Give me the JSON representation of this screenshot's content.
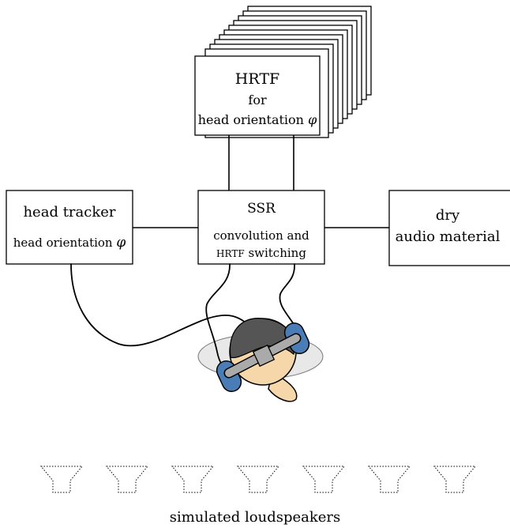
{
  "hrtf_box": {
    "title": "HRTF",
    "line2": "for",
    "line3": "head orientation",
    "symbol": "φ"
  },
  "ssr_box": {
    "title": "SSR",
    "line2": "convolution and",
    "line3_smallcaps": "HRTF",
    "line3_rest": " switching"
  },
  "tracker_box": {
    "title": "head tracker",
    "line2": "head orientation",
    "symbol": "φ"
  },
  "audio_box": {
    "line1": "dry",
    "line2": "audio material"
  },
  "loudspeakers": {
    "count": 7,
    "label": "simulated loudspeakers"
  },
  "colors": {
    "headphone": "#4a7db5",
    "head_hair": "#555555",
    "head_face": "#f6d7a9",
    "headband": "#aaaaaa",
    "floor_ellipse": "#e8e8e8"
  }
}
